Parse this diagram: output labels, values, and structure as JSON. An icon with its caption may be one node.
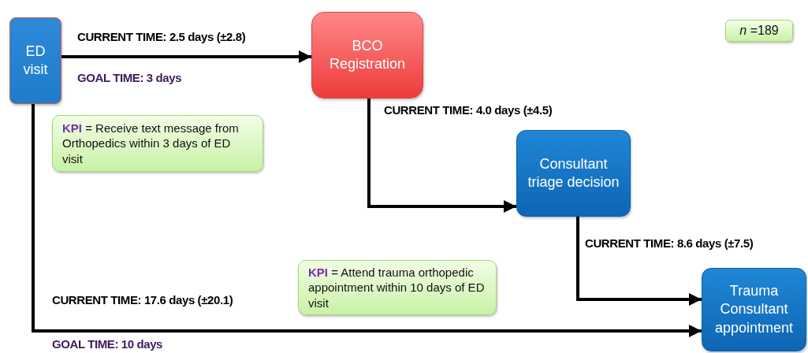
{
  "diagram": {
    "nodes": [
      {
        "text": [
          "ED visit"
        ]
      },
      {
        "text": [
          "BCO Registration"
        ]
      },
      {
        "text": [
          "Consultant triage decision"
        ]
      },
      {
        "text": [
          "Trauma Consultant appointment"
        ]
      },
      {
        "text": [
          "**KPI** = Receive text message from Orthopedics within 3 days of ED visit"
        ]
      },
      {
        "text": [
          "**KPI** = Attend trauma orthopedic appointment within 10 days of ED visit"
        ]
      },
      {
        "text": [
          "*n* =189"
        ]
      }
    ],
    "edges": [
      {
        "from": 0,
        "to": 1,
        "arrow": "to",
        "label": "CURRENT TIME: 2.5 days (±2.8)"
      },
      {
        "from": 1,
        "to": 2,
        "arrow": "to",
        "label": "CURRENT TIME: 4.0 days (±4.5)"
      },
      {
        "from": 2,
        "to": 3,
        "arrow": "to",
        "label": "CURRENT TIME: 8.6 days (±7.5)"
      },
      {
        "from": 0,
        "to": 3,
        "arrow": "to",
        "label": "CURRENT TIME: 17.6 days (±20.1)"
      }
    ],
    "labels": [
      "GOAL TIME: 3 days",
      "GOAL TIME: 10 days"
    ]
  }
}
